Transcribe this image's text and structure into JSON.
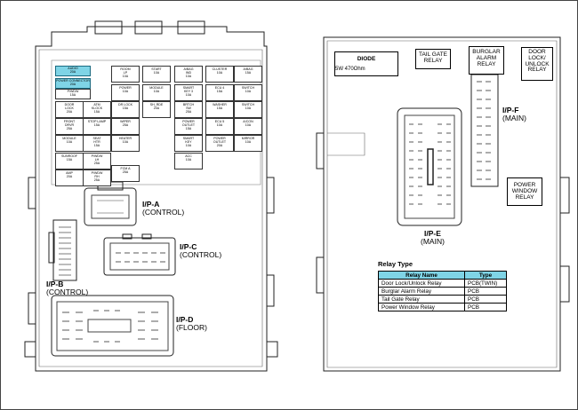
{
  "left_panel": {
    "fuses": [
      {
        "lines": [
          "AUDIO",
          "20A"
        ],
        "highlight": true
      },
      {
        "lines": [
          "POWER CONNECTOR",
          "20A"
        ],
        "highlight": true
      },
      {
        "lines": [
          "P/WDW",
          "15A"
        ],
        "highlight": false
      },
      {
        "lines": [
          "ROOM",
          "LP",
          "10A"
        ],
        "highlight": false
      },
      {
        "lines": [
          "START",
          "10A"
        ],
        "highlight": false
      },
      {
        "lines": [
          "A/BAG",
          "IND",
          "10A"
        ],
        "highlight": false
      },
      {
        "lines": [
          "CLUSTER",
          "10A"
        ],
        "highlight": false
      },
      {
        "lines": [
          "A/BAG",
          "15A"
        ],
        "highlight": false
      },
      {
        "lines": [
          "POWER",
          "10A"
        ],
        "highlight": false
      },
      {
        "lines": [
          "MODULE",
          "10A"
        ],
        "highlight": false
      },
      {
        "lines": [
          "SMART",
          "KEY 3",
          "10A"
        ],
        "highlight": false
      },
      {
        "lines": [
          "ECU 4",
          "15A"
        ],
        "highlight": false
      },
      {
        "lines": [
          "SWITCH",
          "10A"
        ],
        "highlight": false
      },
      {
        "lines": [
          "DOOR",
          "LOCK",
          "20A"
        ],
        "highlight": false
      },
      {
        "lines": [
          "ATM",
          "KLOCK",
          "15A"
        ],
        "highlight": false
      },
      {
        "lines": [
          "DR LOCK",
          "15A"
        ],
        "highlight": false
      },
      {
        "lines": [
          "SH_RDE",
          "20A"
        ],
        "highlight": false
      },
      {
        "lines": [
          "BRTCH",
          "SW",
          "25A"
        ],
        "highlight": false
      },
      {
        "lines": [
          "WASHER",
          "15A"
        ],
        "highlight": false
      },
      {
        "lines": [
          "SWITCH",
          "10A"
        ],
        "highlight": false
      },
      {
        "lines": [
          "FRONT",
          "DRVR",
          "25A"
        ],
        "highlight": false
      },
      {
        "lines": [
          "STOP LAMP",
          "15A"
        ],
        "highlight": false
      },
      {
        "lines": [
          "WIPER",
          "25A"
        ],
        "highlight": false
      },
      {
        "lines": [
          "POWER",
          "OUTLET",
          "15A"
        ],
        "highlight": false
      },
      {
        "lines": [
          "ECU 5",
          "10A"
        ],
        "highlight": false
      },
      {
        "lines": [
          "A/CON",
          "10A"
        ],
        "highlight": false
      },
      {
        "lines": [
          "MODULE",
          "10A"
        ],
        "highlight": false
      },
      {
        "lines": [
          "SEAT",
          "HTR",
          "15A"
        ],
        "highlight": false
      },
      {
        "lines": [
          "HEATER",
          "10A"
        ],
        "highlight": false
      },
      {
        "lines": [
          "SMART",
          "KEY",
          "10A"
        ],
        "highlight": false
      },
      {
        "lines": [
          "POWER",
          "OUTLET",
          "20A"
        ],
        "highlight": false
      },
      {
        "lines": [
          "MIRROR",
          "10A"
        ],
        "highlight": false
      },
      {
        "lines": [
          "SUNROOF",
          "15A"
        ],
        "highlight": false
      },
      {
        "lines": [
          "P/WDW",
          "LH",
          "25A"
        ],
        "highlight": false
      },
      {
        "lines": [
          "ACC",
          "10A"
        ],
        "highlight": false
      },
      {
        "lines": [
          "AMP",
          "20A"
        ],
        "highlight": false
      },
      {
        "lines": [
          "P/WDW",
          "RH",
          "25A"
        ],
        "highlight": false
      },
      {
        "lines": [
          "FCM A",
          "25A"
        ],
        "highlight": false
      }
    ],
    "connectors": {
      "ipa": {
        "name": "I/P-A",
        "type": "(CONTROL)"
      },
      "ipb": {
        "name": "I/P-B",
        "type": "(CONTROL)"
      },
      "ipc": {
        "name": "I/P-C",
        "type": "(CONTROL)"
      },
      "ipd": {
        "name": "I/P-D",
        "type": "(FLOOR)"
      }
    }
  },
  "right_panel": {
    "diode": {
      "title": "DIODE",
      "spec": "5W 470Ohm"
    },
    "relays": {
      "tail_gate": "TAIL GATE RELAY",
      "burglar": "BURGLAR ALARM RELAY",
      "door_lock": "DOOR LOCK/ UNLOCK RELAY",
      "power_window": "POWER WINDOW RELAY"
    },
    "connectors": {
      "ipe": {
        "name": "I/P-E",
        "type": "(MAIN)"
      },
      "ipf": {
        "name": "I/P-F",
        "type": "(MAIN)"
      }
    },
    "relay_table": {
      "title": "Relay Type",
      "headers": [
        "Relay Name",
        "Type"
      ],
      "rows": [
        [
          "Door Lock/Unlock Relay",
          "PCB(TWIN)"
        ],
        [
          "Burglar Alarm Relay",
          "PCB"
        ],
        [
          "Tail Gate Relay",
          "PCB"
        ],
        [
          "Power Window Relay",
          "PCB"
        ]
      ]
    }
  }
}
